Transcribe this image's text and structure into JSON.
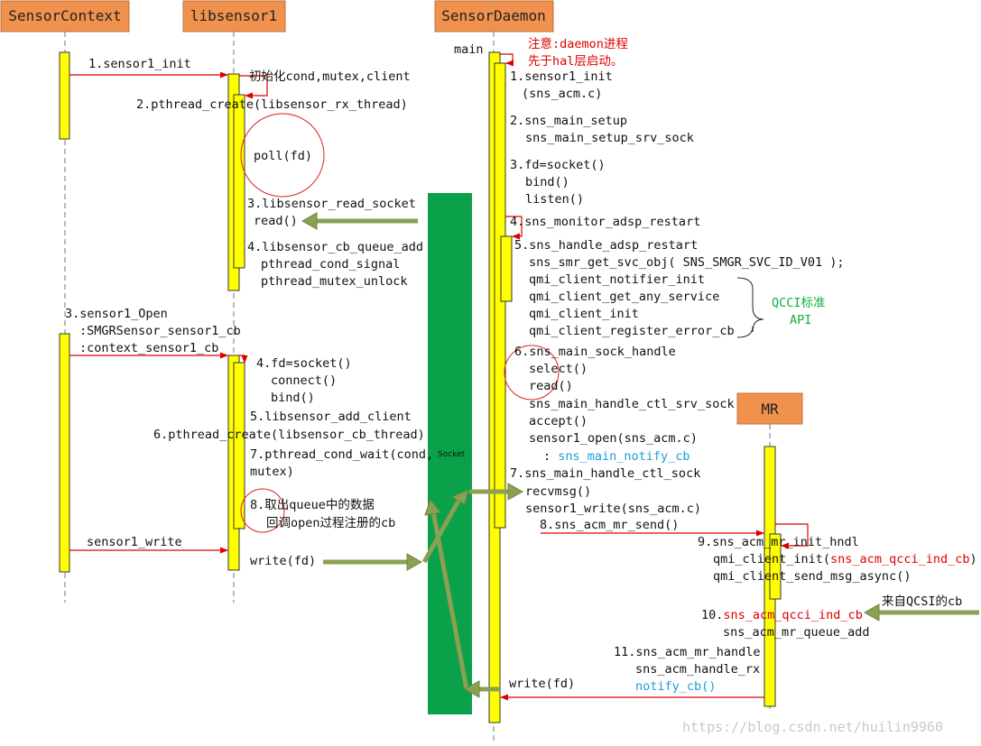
{
  "participants": [
    "SensorContext",
    "libsensor1",
    "SensorDaemon",
    "MR"
  ],
  "socket": {
    "label": "Socket"
  },
  "ctx": {
    "l1": "1.sensor1_init",
    "open1": "3.sensor1_Open",
    "open2": ":SMGRSensor_sensor1_cb",
    "open3": ":context_sensor1_cb",
    "write": "sensor1_write"
  },
  "lib": {
    "init": "初始化cond,mutex,client",
    "thread": "2.pthread_create(libsensor_rx_thread)",
    "poll": "poll(fd)",
    "read1": "3.libsensor_read_socket",
    "read2": "read()",
    "cb1": "4.libsensor_cb_queue_add",
    "cb2": "pthread_cond_signal",
    "cb3": "pthread_mutex_unlock",
    "fd1": "4.fd=socket()",
    "fd2": "connect()",
    "fd3": "bind()",
    "add": "5.libsensor_add_client",
    "cbthread": "6.pthread_create(libsensor_cb_thread)",
    "wait1": "7.pthread_cond_wait(cond,",
    "wait2": "mutex)",
    "take1": "8.取出queue中的数据",
    "take2": "回调open过程注册的cb",
    "write": "write(fd)"
  },
  "daemon": {
    "main": "main",
    "note1": "注意:daemon进程",
    "note2": "先于hal层启动。",
    "s1a": "1.sensor1_init",
    "s1b": "(sns_acm.c)",
    "s2a": "2.sns_main_setup",
    "s2b": "sns_main_setup_srv_sock",
    "s3a": "3.fd=socket()",
    "s3b": "bind()",
    "s3c": "listen()",
    "s4": "4.sns_monitor_adsp_restart",
    "s5": "5.sns_handle_adsp_restart",
    "s5b": "sns_smr_get_svc_obj( SNS_SMGR_SVC_ID_V01 );",
    "q1": "qmi_client_notifier_init",
    "q2": "qmi_client_get_any_service",
    "q3": "qmi_client_init",
    "q4": "qmi_client_register_error_cb",
    "qcci1": "QCCI标准",
    "qcci2": "API",
    "s6": "6.sns_main_sock_handle",
    "s6b": "select()",
    "s6c": "read()",
    "s6d": "sns_main_handle_ctl_srv_sock",
    "s6e": "accept()",
    "s6f": "sensor1_open(sns_acm.c)",
    "s6g_pre": ": ",
    "s6g": "sns_main_notify_cb",
    "s7": "7.sns_main_handle_ctl_sock",
    "s7b": "recvmsg()",
    "s7c": "sensor1_write(sns_acm.c)",
    "s8": "8.sns_acm_mr_send()",
    "wfd": "write(fd)"
  },
  "mr": {
    "s9": "9.sns_acm_mr_init_hndl",
    "s9b": "qmi_client_init(",
    "s9b_red": "sns_acm_qcci_ind_cb",
    "s9b_end": ")",
    "s9c": "qmi_client_send_msg_async()",
    "qcsi": "来自QCSI的cb",
    "s10n": "10.",
    "s10": "sns_acm_qcci_ind_cb",
    "s10b": "sns_acm_mr_queue_add",
    "s11": "11.sns_acm_mr_handle",
    "s11b": "sns_acm_handle_rx",
    "s11c": "notify_cb()"
  },
  "watermark": "https://blog.csdn.net/huilin9960",
  "colors": {
    "header": "#f0924e",
    "activation": "#ffff00",
    "socket": "#0aa14a",
    "message": "#e00000",
    "flow": "#8aa052",
    "note": "#e00000",
    "highlight_blue": "#1aa0d8",
    "qcci_green": "#10b040"
  }
}
